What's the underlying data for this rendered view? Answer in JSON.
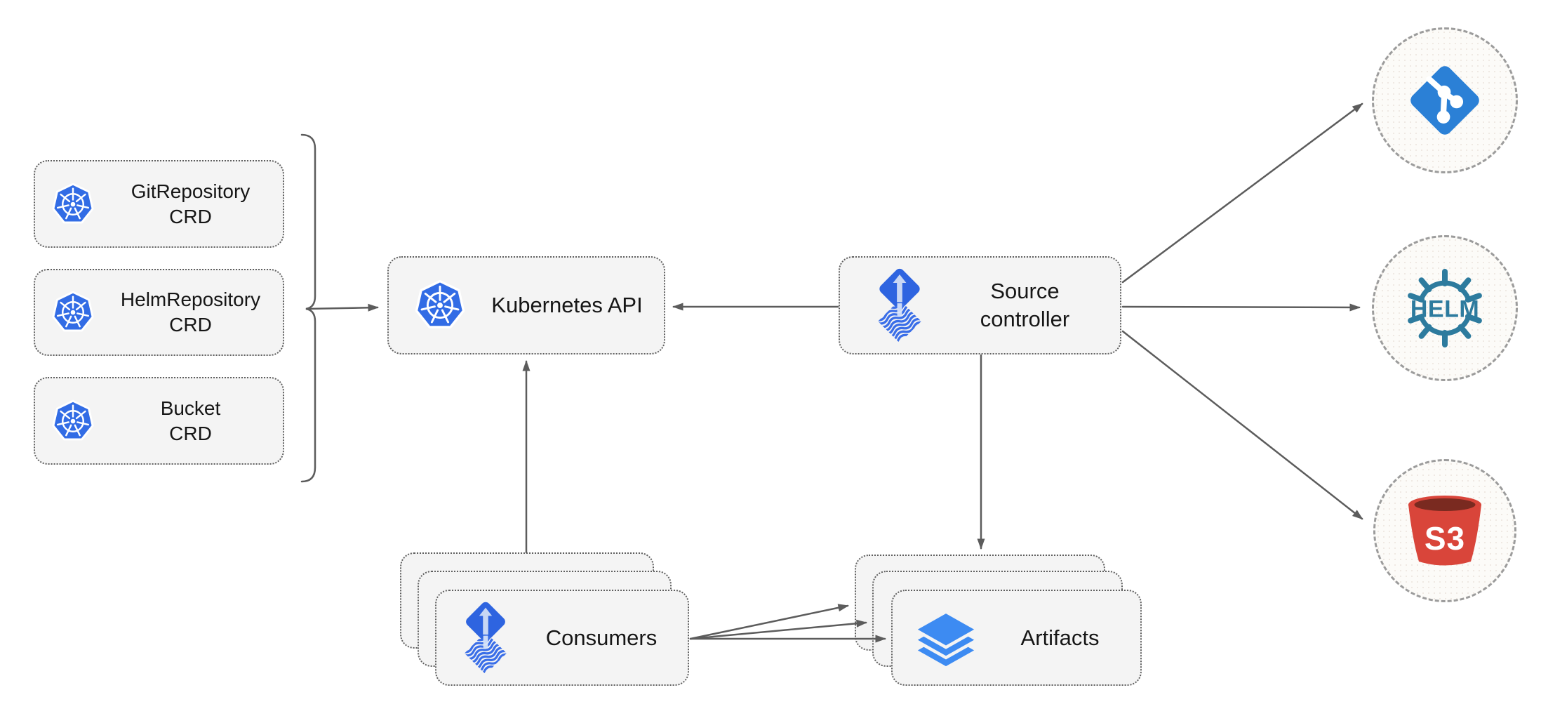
{
  "nodes": {
    "crds": [
      {
        "line1": "GitRepository",
        "line2": "CRD"
      },
      {
        "line1": "HelmRepository",
        "line2": "CRD"
      },
      {
        "line1": "Bucket",
        "line2": "CRD"
      }
    ],
    "kubernetes_api": {
      "label": "Kubernetes API"
    },
    "source_controller": {
      "line1": "Source",
      "line2": "controller"
    },
    "consumers": {
      "label": "Consumers"
    },
    "artifacts": {
      "label": "Artifacts"
    },
    "helm_circle": {
      "label": "HELM"
    },
    "s3_circle": {
      "label": "S3"
    }
  },
  "colors": {
    "kubernetes_blue": "#326CE5",
    "flux_blue": "#2e64e0",
    "flux_arrow_light": "#c8d7f4",
    "git_blue": "#2b80d6",
    "helm_teal": "#2d7b9e",
    "s3_red": "#d9453a",
    "s3_dark": "#7a2a20",
    "layers_blue": "#3d8bf2",
    "node_fill": "#f4f4f4",
    "node_border": "#5f5f5f",
    "arrow_gray": "#5c5c5c",
    "circle_dash_gray": "#9c9c9c"
  }
}
